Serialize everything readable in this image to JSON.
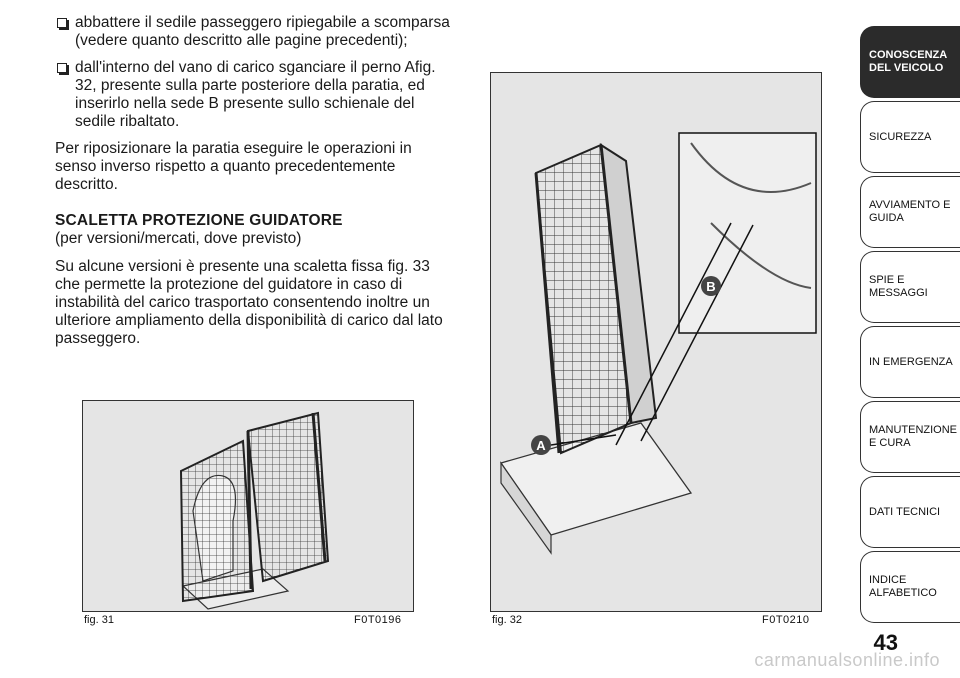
{
  "content": {
    "bullets": [
      "abbattere il sedile passeggero ripiegabile a scomparsa (vedere quanto descritto alle pagine precedenti);",
      "dall'interno del vano di carico sganciare il perno Afig. 32, presente sulla parte posteriore della paratia, ed inserirlo nella sede B presente sullo schienale del sedile ribaltato."
    ],
    "paragraph1": "Per riposizionare la paratia eseguire le operazioni in senso inverso rispetto a quanto precedentemente descritto.",
    "heading": "SCALETTA PROTEZIONE GUIDATORE",
    "subheading": "(per versioni/mercati, dove previsto)",
    "paragraph2": "Su alcune versioni è presente una scaletta fissa fig. 33 che permette la protezione del guidatore in caso di instabilità del carico trasportato consentendo inoltre un ulteriore ampliamento della disponibilità di carico dal lato passeggero."
  },
  "figures": [
    {
      "caption": "fig. 31",
      "code": "F0T0196"
    },
    {
      "caption": "fig. 32",
      "code": "F0T0210",
      "label_a": "A",
      "label_b": "B"
    }
  ],
  "sidebar": {
    "tabs": [
      "CONOSCENZA DEL VEICOLO",
      "SICUREZZA",
      "AVVIAMENTO E GUIDA",
      "SPIE E MESSAGGI",
      "IN EMERGENZA",
      "MANUTENZIONE E CURA",
      "DATI TECNICI",
      "INDICE ALFABETICO"
    ]
  },
  "page_number": "43",
  "watermark": "carmanualsonline.info",
  "colors": {
    "active_tab": "#2b2b2b",
    "label_circle": "#444444",
    "figure_bg": "#e5e5e5"
  }
}
